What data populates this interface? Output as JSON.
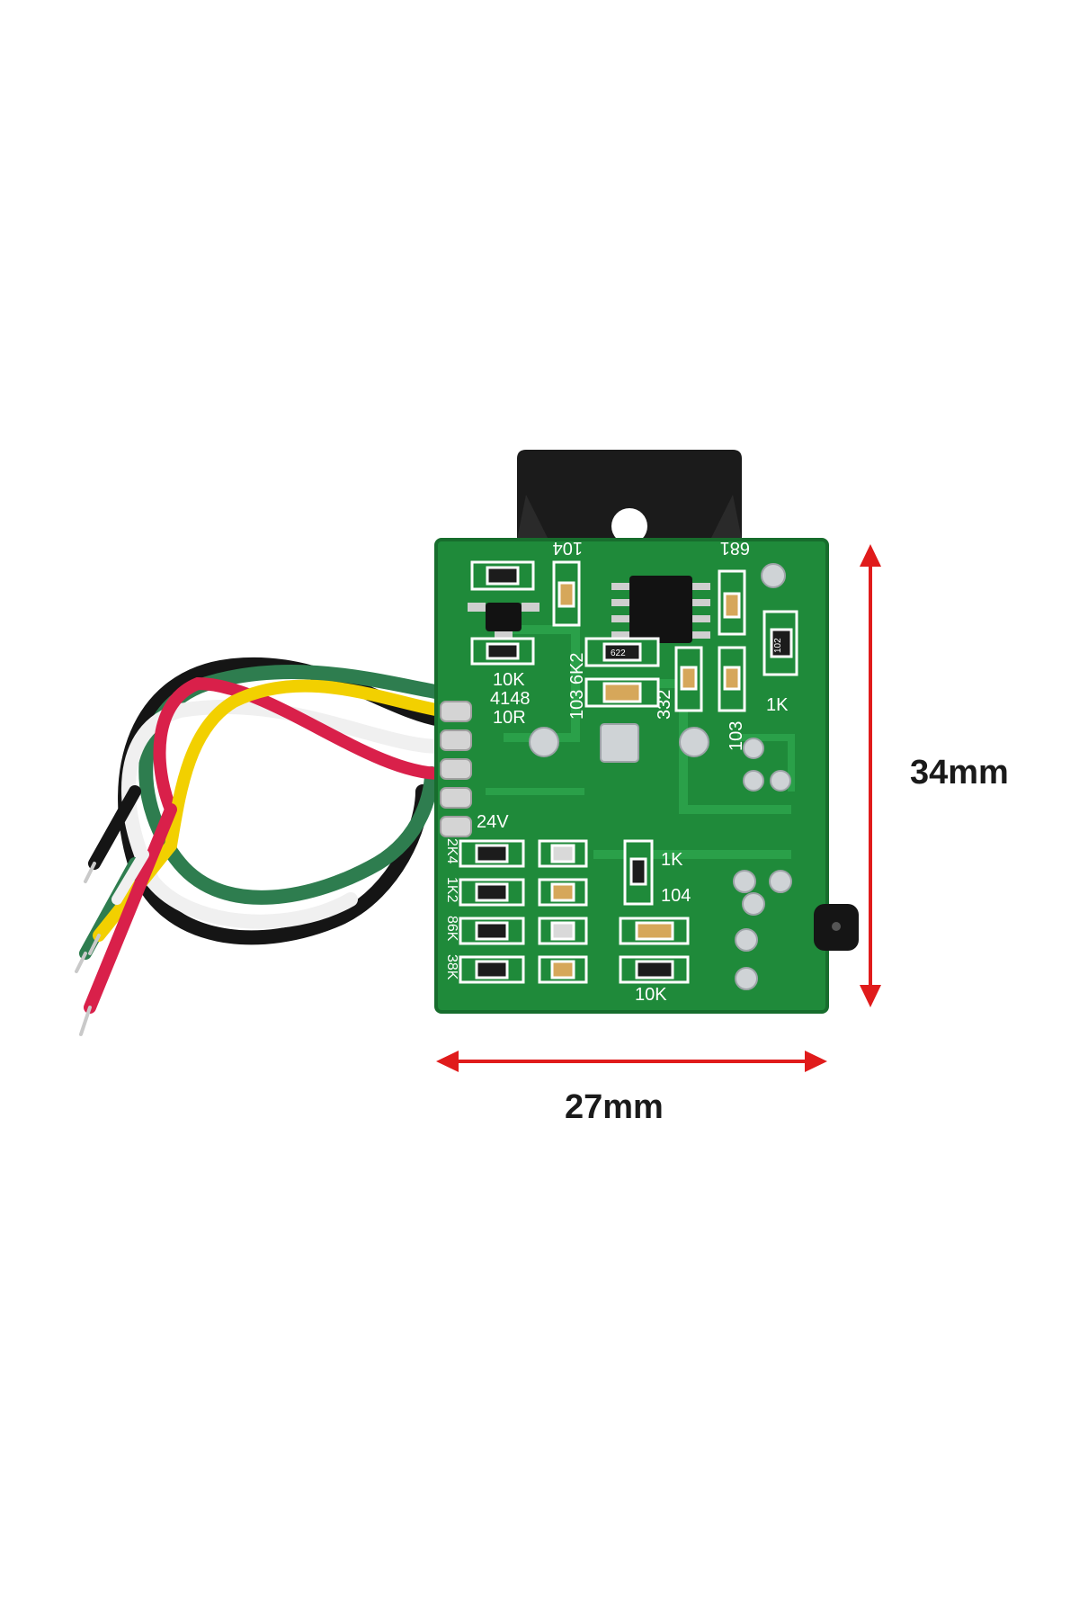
{
  "dimensions": {
    "height_label": "34mm",
    "width_label": "27mm"
  },
  "board": {
    "labels": {
      "c104_top": "104",
      "r681": "681",
      "r10k_a": "10K",
      "d4148": "4148",
      "r10r": "10R",
      "r103_6k2": "103 6K2",
      "c332": "332",
      "r103_right": "103",
      "r1k_right": "1K",
      "v24": "24V",
      "r2k4": "2K4",
      "r1k2": "1K2",
      "r86k": "86K",
      "r38k": "38K",
      "r1k_mid": "1K",
      "c104_mid": "104",
      "r10k_bottom": "10K"
    },
    "chip_marks": {
      "r102": "102",
      "r622": "622"
    }
  },
  "colors": {
    "pcb_green": "#1f8a3a",
    "pcb_dark": "#176d2d",
    "arrow_red": "#e01b1b",
    "heatsink": "#1b1b1b",
    "wire_yellow": "#f2d000",
    "wire_red": "#d9204a",
    "wire_green": "#2e7d4f",
    "wire_white": "#f2f2f2",
    "wire_black": "#151515"
  }
}
